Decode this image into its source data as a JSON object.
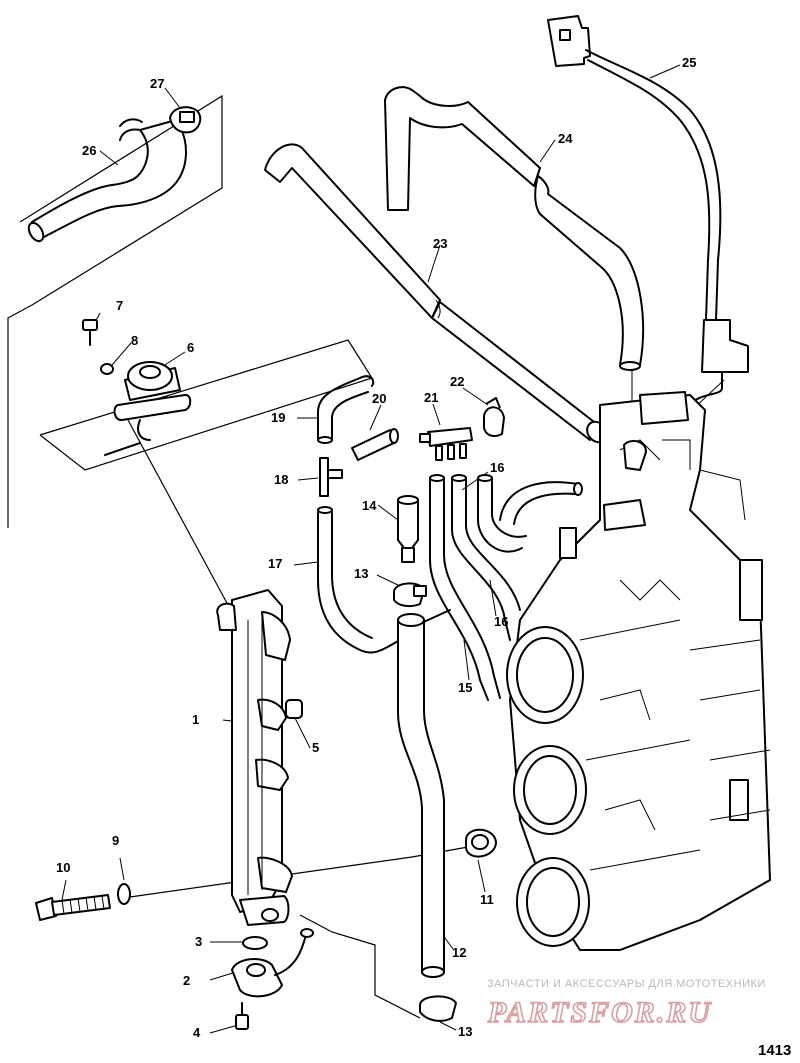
{
  "figure_number": "1413",
  "watermark": {
    "caption": "ЗАПЧАСТИ И АКСЕССУАРЫ ДЛЯ МОТОТЕХНИКИ",
    "brand": "PARTSFOR.RU"
  },
  "callouts": [
    "1",
    "2",
    "3",
    "4",
    "5",
    "6",
    "7",
    "8",
    "9",
    "10",
    "11",
    "12",
    "13",
    "13",
    "14",
    "15",
    "16",
    "16",
    "17",
    "18",
    "19",
    "20",
    "21",
    "22",
    "23",
    "24",
    "25",
    "26",
    "27"
  ]
}
